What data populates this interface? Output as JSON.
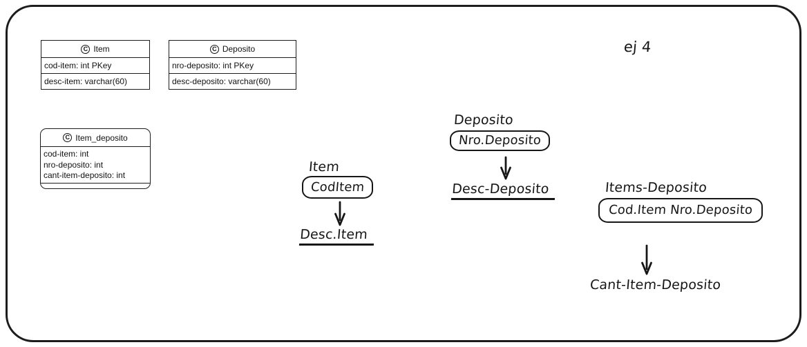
{
  "annotation": {
    "label": "ej 4"
  },
  "classes": [
    {
      "icon": "C",
      "name": "Item",
      "rows": [
        "cod-item: int PKey",
        "desc-item: varchar(60)"
      ]
    },
    {
      "icon": "C",
      "name": "Deposito",
      "rows": [
        "nro-deposito: int PKey",
        "desc-deposito: varchar(60)"
      ]
    },
    {
      "icon": "C",
      "name": "Item_deposito",
      "attributes": [
        "cod-item: int",
        "nro-deposito: int",
        "cant-item-deposito: int"
      ]
    }
  ],
  "functional_dependencies": [
    {
      "relation": "Item",
      "determinants": [
        "CodItem"
      ],
      "dependent": "Desc.Item"
    },
    {
      "relation": "Deposito",
      "determinants": [
        "Nro.Deposito"
      ],
      "dependent": "Desc-Deposito"
    },
    {
      "relation": "Items-Deposito",
      "determinants": [
        "Cod.Item",
        "Nro.Deposito"
      ],
      "dependent": "Cant-Item-Deposito"
    }
  ],
  "colors": {
    "ink": "#161616",
    "box_border": "#1b1b1b",
    "background": "#ffffff"
  }
}
